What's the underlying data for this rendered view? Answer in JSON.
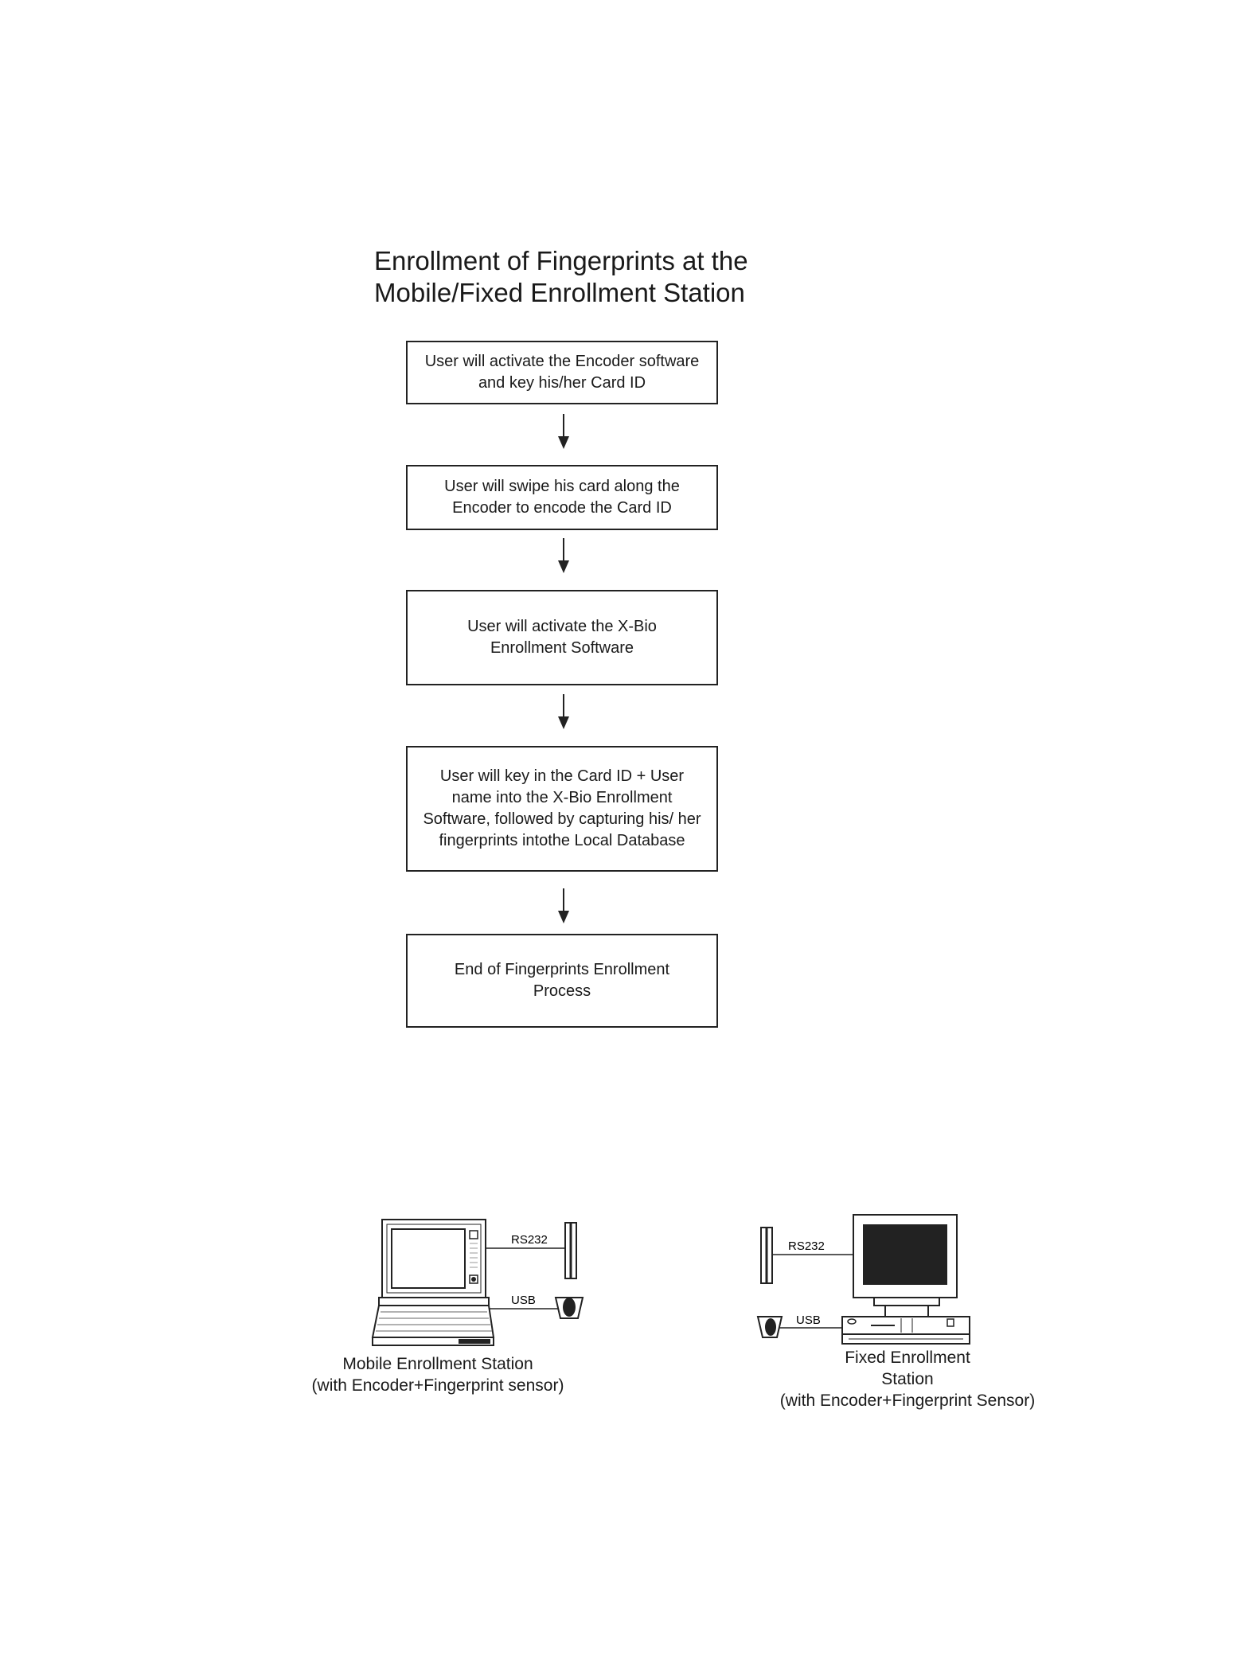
{
  "title": {
    "line1": "Enrollment of Fingerprints at the",
    "line2": "Mobile/Fixed Enrollment Station"
  },
  "steps": [
    {
      "text": "User will activate the Encoder software and key his/her Card ID"
    },
    {
      "text": "User will swipe his card along the Encoder to encode the Card ID"
    },
    {
      "text": "User will activate the X-Bio Enrollment Software"
    },
    {
      "text": "User will key in the Card ID + User name into the X-Bio Enrollment Software, followed by capturing his/ her fingerprints intothe Local Database"
    },
    {
      "text": "End of Fingerprints Enrollment Process"
    }
  ],
  "mobile_station": {
    "rs232_label": "RS232",
    "usb_label": "USB",
    "caption_line1": "Mobile Enrollment Station",
    "caption_line2": "(with Encoder+Fingerprint sensor)"
  },
  "fixed_station": {
    "rs232_label": "RS232",
    "usb_label": "USB",
    "caption_line1": "Fixed Enrollment",
    "caption_line2": "Station",
    "caption_line3": "(with Encoder+Fingerprint Sensor)"
  },
  "colors": {
    "ink": "#1a1a1a",
    "screen_dark": "#222222"
  }
}
